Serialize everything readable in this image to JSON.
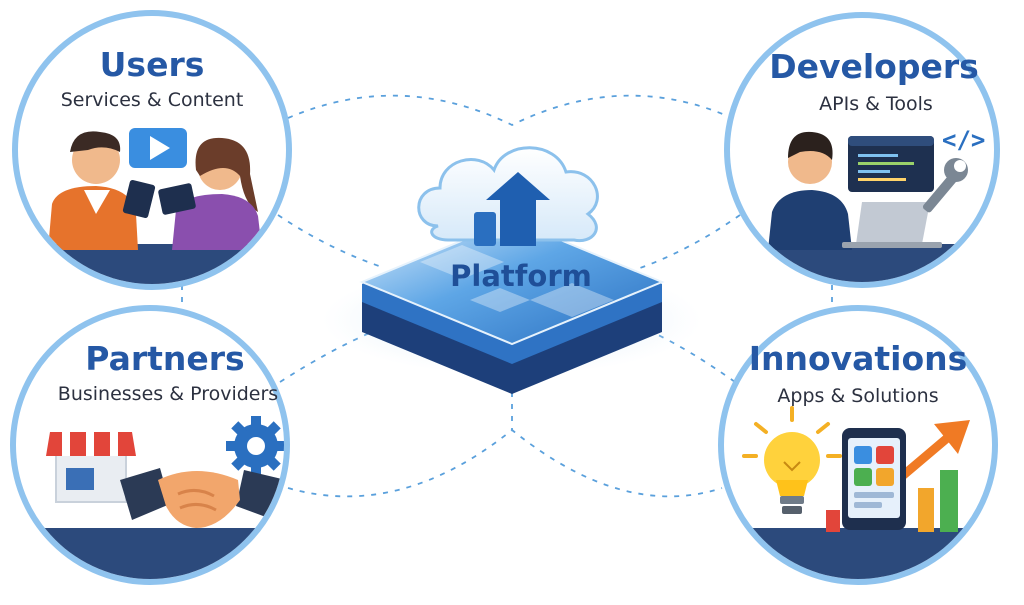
{
  "center": {
    "label": "Platform"
  },
  "nodes": {
    "users": {
      "title": "Users",
      "subtitle": "Services & Content"
    },
    "developers": {
      "title": "Developers",
      "subtitle": "APIs & Tools"
    },
    "partners": {
      "title": "Partners",
      "subtitle": "Businesses & Providers"
    },
    "innovations": {
      "title": "Innovations",
      "subtitle": "Apps & Solutions"
    }
  },
  "colors": {
    "title": "#2558a5",
    "ring": "#8fc3ee",
    "connector": "#5aa0dc",
    "platform_top": "#2f7fd0",
    "platform_base": "#1d3f7a"
  },
  "icons": {
    "users": [
      "people-icon",
      "tablet-icon",
      "video-play-icon"
    ],
    "developers": [
      "developer-icon",
      "code-brackets-icon",
      "laptop-icon",
      "wrench-icon",
      "code-window-icon"
    ],
    "partners": [
      "storefront-icon",
      "handshake-icon",
      "gear-icon"
    ],
    "innovations": [
      "lightbulb-icon",
      "smartphone-apps-icon",
      "growth-chart-icon"
    ],
    "center": [
      "cloud-upload-icon"
    ]
  }
}
